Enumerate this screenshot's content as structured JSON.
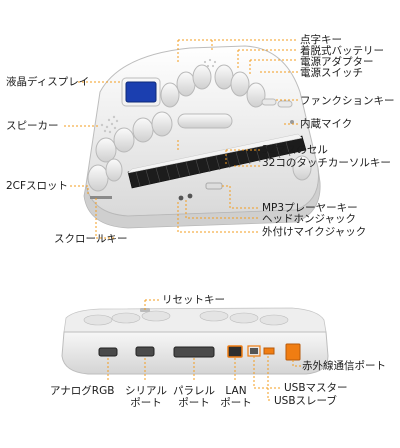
{
  "top_view": {
    "labels": {
      "braille_keys": "点字キー",
      "detachable_battery": "着脱式バッテリー",
      "power_adapter": "電源アダプター",
      "power_switch": "電源スイッチ",
      "lcd_display": "液晶ディスプレイ",
      "function_keys": "ファンクションキー",
      "speaker": "スピーカー",
      "built_in_mic": "内蔵マイク",
      "braille_cells": "32マスのセル",
      "touch_cursor_keys": "32コのタッチカーソルキー",
      "cf_slots": "2CFスロット",
      "mp3_player_keys": "MP3プレーヤーキー",
      "headphone_jack": "ヘッドホンジャック",
      "external_mic_jack": "外付けマイクジャック",
      "scroll_keys": "スクロールキー"
    }
  },
  "rear_view": {
    "labels": {
      "reset_key": "リセットキー",
      "infrared_port": "赤外線通信ポート",
      "analog_rgb": "アナログRGB",
      "serial_port_line1": "シリアル",
      "serial_port_line2": "ポート",
      "parallel_port_line1": "パラレル",
      "parallel_port_line2": "ポート",
      "lan_port_line1": "LAN",
      "lan_port_line2": "ポート",
      "usb_master": "USBマスター",
      "usb_slave": "USBスレーブ"
    }
  },
  "colors": {
    "leader_line": "#f39c1f",
    "device_body": "#f2f2f2",
    "key": "#e3e3e3",
    "braille_strip": "#1c1c1c",
    "lcd": "#1b3fb0",
    "port_orange": "#f07d12"
  }
}
